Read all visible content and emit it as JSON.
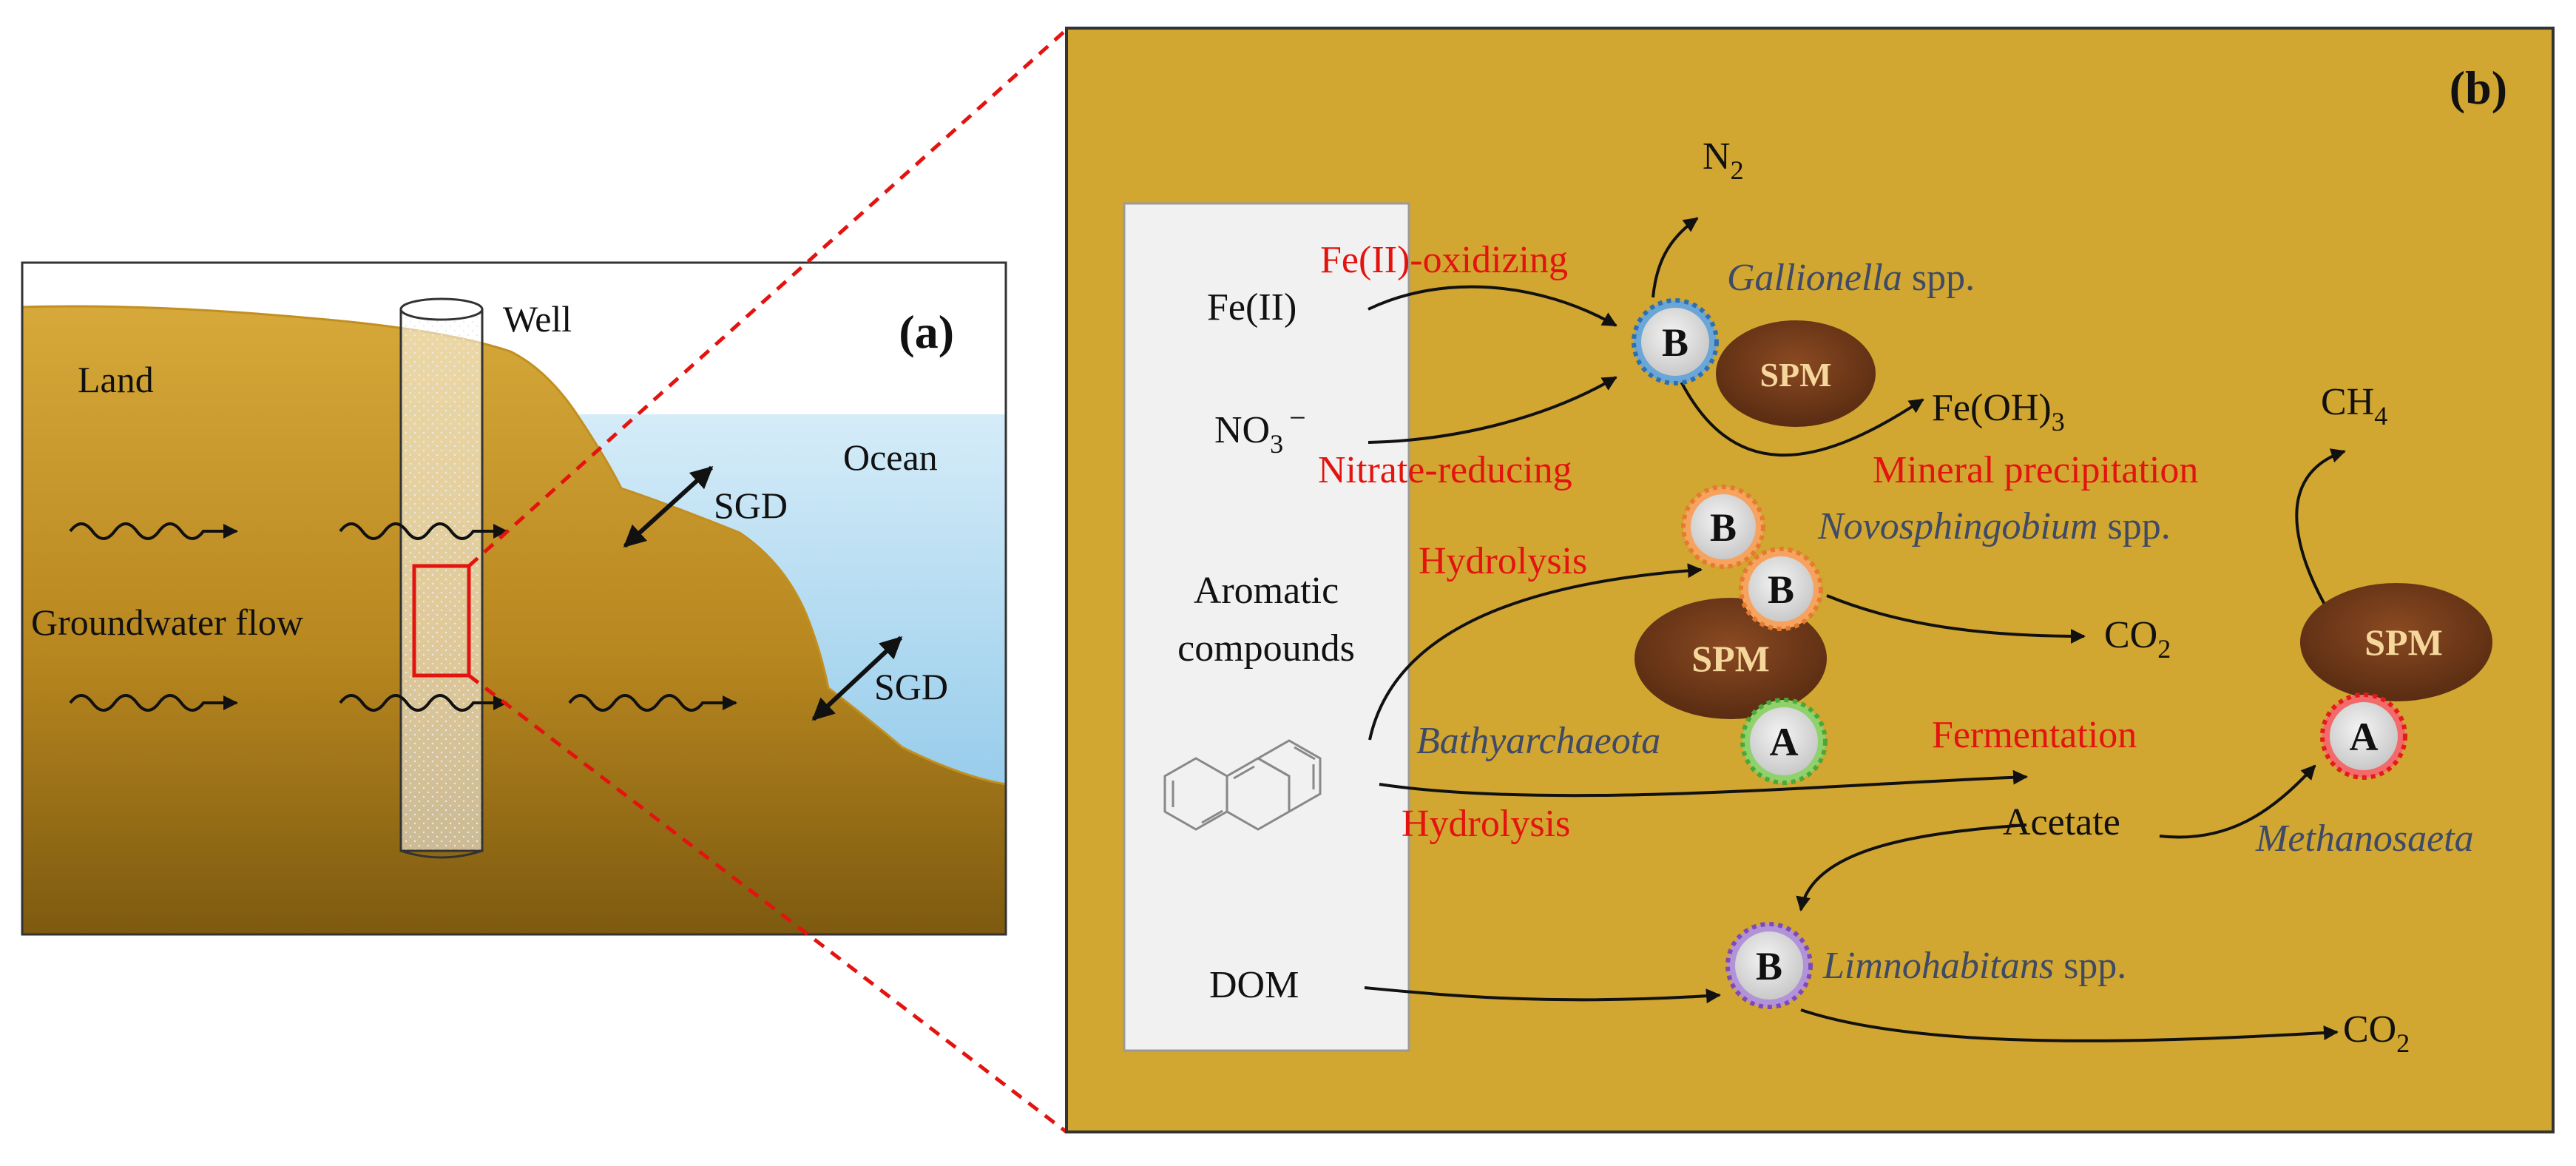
{
  "panel_a": {
    "label": "(a)",
    "well": "Well",
    "land": "Land",
    "ocean": "Ocean",
    "groundwater_flow": "Groundwater flow",
    "sgd_upper": "SGD",
    "sgd_lower": "SGD"
  },
  "panel_b": {
    "label": "(b)",
    "inputs": {
      "fe2": "Fe(II)",
      "no3": "NO",
      "no3_sub": "3",
      "no3_sup": "−",
      "aromatic_line1": "Aromatic",
      "aromatic_line2": "compounds",
      "dom": "DOM"
    },
    "processes": {
      "fe_oxidizing": "Fe(II)-oxidizing",
      "nitrate_reducing": "Nitrate-reducing",
      "mineral_precipitation": "Mineral precipitation",
      "hydrolysis_upper": "Hydrolysis",
      "hydrolysis_lower": "Hydrolysis",
      "fermentation": "Fermentation"
    },
    "organisms": {
      "gallionella": "Gallionella",
      "gallionella_suffix": " spp.",
      "novosphingobium": "Novosphingobium",
      "novosphingobium_suffix": " spp.",
      "bathyarchaeota": "Bathyarchaeota",
      "methanosaeta": "Methanosaeta",
      "limnohabitans": "Limnohabitans",
      "limnohabitans_suffix": " spp."
    },
    "products": {
      "n2": "N",
      "n2_sub": "2",
      "feoh3": "Fe(OH)",
      "feoh3_sub": "3",
      "ch4": "CH",
      "ch4_sub": "4",
      "co2_mid": "CO",
      "co2_mid_sub": "2",
      "co2_bottom": "CO",
      "co2_bottom_sub": "2",
      "acetate": "Acetate"
    },
    "cells": {
      "bacteria": "B",
      "archaea": "A",
      "spm": "SPM"
    }
  },
  "colors": {
    "panel_b_background": "#d1a631",
    "sand": "#c99a2a",
    "ocean": "#a7d4ee",
    "spm": "#6b3517",
    "process_text": "#e3140f",
    "organism_text": "#3e4a66",
    "input_box": "#f1f1f1"
  }
}
